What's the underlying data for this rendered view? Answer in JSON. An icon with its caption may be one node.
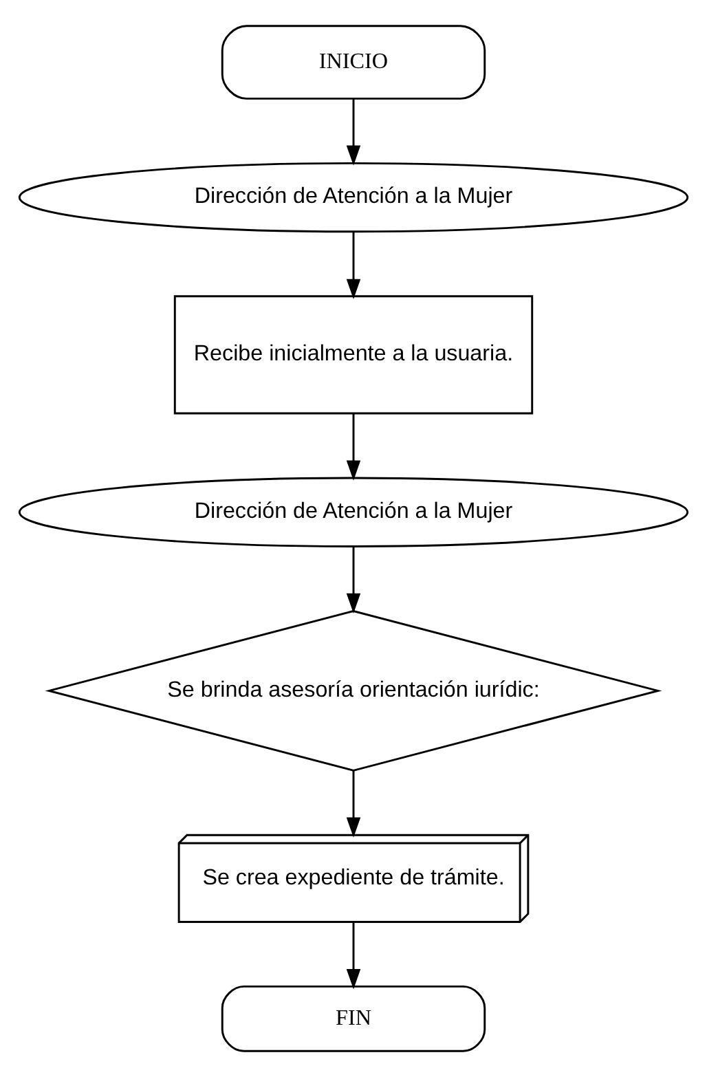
{
  "diagram": {
    "nodes": [
      {
        "text": [
          "INICIO"
        ]
      },
      {
        "text": [
          "Dirección de Atención a la Mujer"
        ]
      },
      {
        "text": [
          "Recibe inicialmente a la usuaria."
        ]
      },
      {
        "text": [
          "Dirección de Atención a la Mujer"
        ]
      },
      {
        "text": [
          "Se brinda asesoría orientación iurídic:"
        ]
      },
      {
        "text": [
          "Se crea expediente de trámite."
        ]
      },
      {
        "text": [
          "FIN"
        ]
      }
    ],
    "edges": [
      {
        "from": 0,
        "to": 1,
        "arrow": "to"
      },
      {
        "from": 1,
        "to": 2,
        "arrow": "to"
      },
      {
        "from": 2,
        "to": 3,
        "arrow": "to"
      },
      {
        "from": 3,
        "to": 4,
        "arrow": "to"
      },
      {
        "from": 4,
        "to": 5,
        "arrow": "to"
      },
      {
        "from": 5,
        "to": 6,
        "arrow": "to"
      }
    ]
  }
}
